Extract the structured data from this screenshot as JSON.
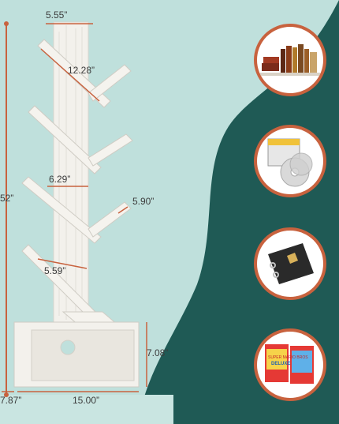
{
  "dimensions": {
    "width_top": "5.55”",
    "branch_long": "12.28”",
    "height_total": "52”",
    "branch_mid": "6.29”",
    "branch_right": "5.90”",
    "branch_low": "5.59”",
    "base_height": "7.08”",
    "base_depth": "7.87”",
    "base_width": "15.00”"
  },
  "colors": {
    "background_light": "#bfe0dc",
    "background_dark": "#1f5a55",
    "accent_ring": "#c8623e",
    "measure_line": "#c8623e",
    "shelf_white": "#f3f1ec"
  },
  "feature_cards": [
    {
      "name": "books",
      "icon": "books-icon"
    },
    {
      "name": "cd-dvd",
      "icon": "cd-case-icon"
    },
    {
      "name": "photo-album",
      "icon": "album-icon"
    },
    {
      "name": "game-cases",
      "icon": "game-case-icon"
    }
  ],
  "game_box": {
    "title_line1": "SUPER MARIO BROS",
    "title_line2": "DELUXE"
  }
}
